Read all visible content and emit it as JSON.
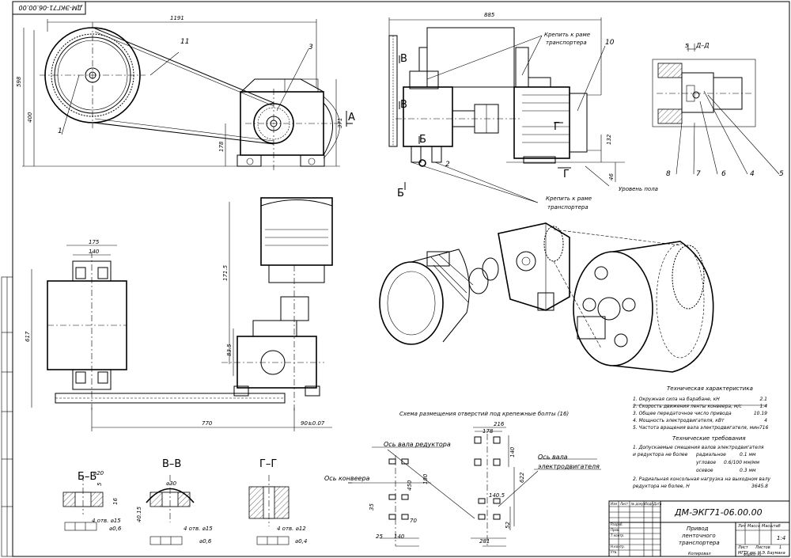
{
  "drawing_code_top": "ДМ-ЭКГ71-06.00.00",
  "title_block": {
    "code": "ДМ-ЭКГ71-06.00.00",
    "name_line1": "Привод",
    "name_line2": "ленточного",
    "name_line3": "транспортера",
    "lit_header": "Лит",
    "mass_header": "Масса",
    "scale_header": "Масштаб",
    "scale_value": "1:4",
    "sheet_label": "Лист",
    "sheets_label": "Листов",
    "sheets_value": "1",
    "org": "МГТУ им. Н.Э. Баумана",
    "rows": [
      "Изм",
      "Лист",
      "№ докум.",
      "Подп.",
      "Дата",
      "Разраб.",
      "Пров.",
      "Т.контр.",
      "Н.контр.",
      "Утв."
    ],
    "copied": "Копировал",
    "format": "Формат   А1"
  },
  "callouts": {
    "c1": "1",
    "c2": "2",
    "c3": "3",
    "c4": "4",
    "c5": "5",
    "c6": "6",
    "c7": "7",
    "c8": "8",
    "c10": "10",
    "c11": "11"
  },
  "section_labels": {
    "b_b": "Б–Б",
    "v_v": "В–В",
    "g_g": "Г–Г",
    "d_d": "Д–Д",
    "a": "А",
    "b": "Б",
    "v": "В",
    "g": "Г"
  },
  "dimensions": {
    "top_left_width": "1191",
    "top_left_h1": "598",
    "top_left_h2": "400",
    "top_left_h3": "178",
    "top_left_h4": "371",
    "top_right_width": "885",
    "top_right_h": "132",
    "top_right_h2": "46",
    "d_d_5": "5",
    "plan_175": "175",
    "plan_140": "140",
    "plan_617": "617",
    "plan_1715": "171.5",
    "plan_835": "83.5",
    "plan_770": "770",
    "plan_fit": "90±0.07",
    "bb_d20": "⌀20",
    "bb_5": "5",
    "bb_16": "16",
    "bb_holes": "4 отв. ⌀15",
    "bb_tol": "⌀0,6",
    "vv_d30": "⌀30",
    "vv_4015": "40.15",
    "vv_holes": "4 отв. ⌀15",
    "vv_tol": "⌀0,6",
    "gg_holes": "4 отв. ⌀12",
    "gg_tol": "⌀0,4",
    "sch_180": "180",
    "sch_450": "450",
    "sch_35": "35",
    "sch_25": "25",
    "sch_140": "140",
    "sch_70": "70",
    "sch_216": "216",
    "sch_178": "178",
    "sch_140b": "140",
    "sch_1405": "140.5",
    "sch_622": "622",
    "sch_52": "52",
    "sch_281": "281"
  },
  "notes": {
    "mount_top": "Крепить к раме",
    "mount_top2": "транспортера",
    "mount_bottom": "Крепить к раме",
    "mount_bottom2": "транспортера",
    "floor_level": "Уровень пола",
    "scheme_title": "Схема размещения отверстий под крепежные болты (16)",
    "axis_reducer": "Ось вала редуктора",
    "axis_conveyor": "Ось конвеера",
    "axis_motor_1": "Ось вала",
    "axis_motor_2": "электродвигателя"
  },
  "tech_char": {
    "title": "Техническая характеристика",
    "rows": [
      {
        "label": "1. Окружная сила на барабане, кН",
        "value": "2.1"
      },
      {
        "label": "2. Скорость движения ленты конвеера, м/с",
        "value": "1.4"
      },
      {
        "label": "3. Общее передаточное число привода",
        "value": "10.19"
      },
      {
        "label": "4. Мощность электродвигателя, кВт",
        "value": "4"
      },
      {
        "label": "5. Частота вращения вала электродвигателя, мин",
        "value": "716"
      }
    ]
  },
  "tech_req": {
    "title": "Технические требования",
    "line1": "1. Допускаемые смещения валов электродвигателя",
    "line2": "и редуктора не более",
    "rad_label": "радиальное",
    "rad_value": "0.1 мм",
    "ang_label": "угловое",
    "ang_value": "0.6/100 мм/мм",
    "ax_label": "осевое",
    "ax_value": "0.3 мм",
    "line3": "2. Радиальная консольная нагрузка на выходном валу",
    "line4": "редуктора не более, Н",
    "load_value": "3645.8"
  }
}
